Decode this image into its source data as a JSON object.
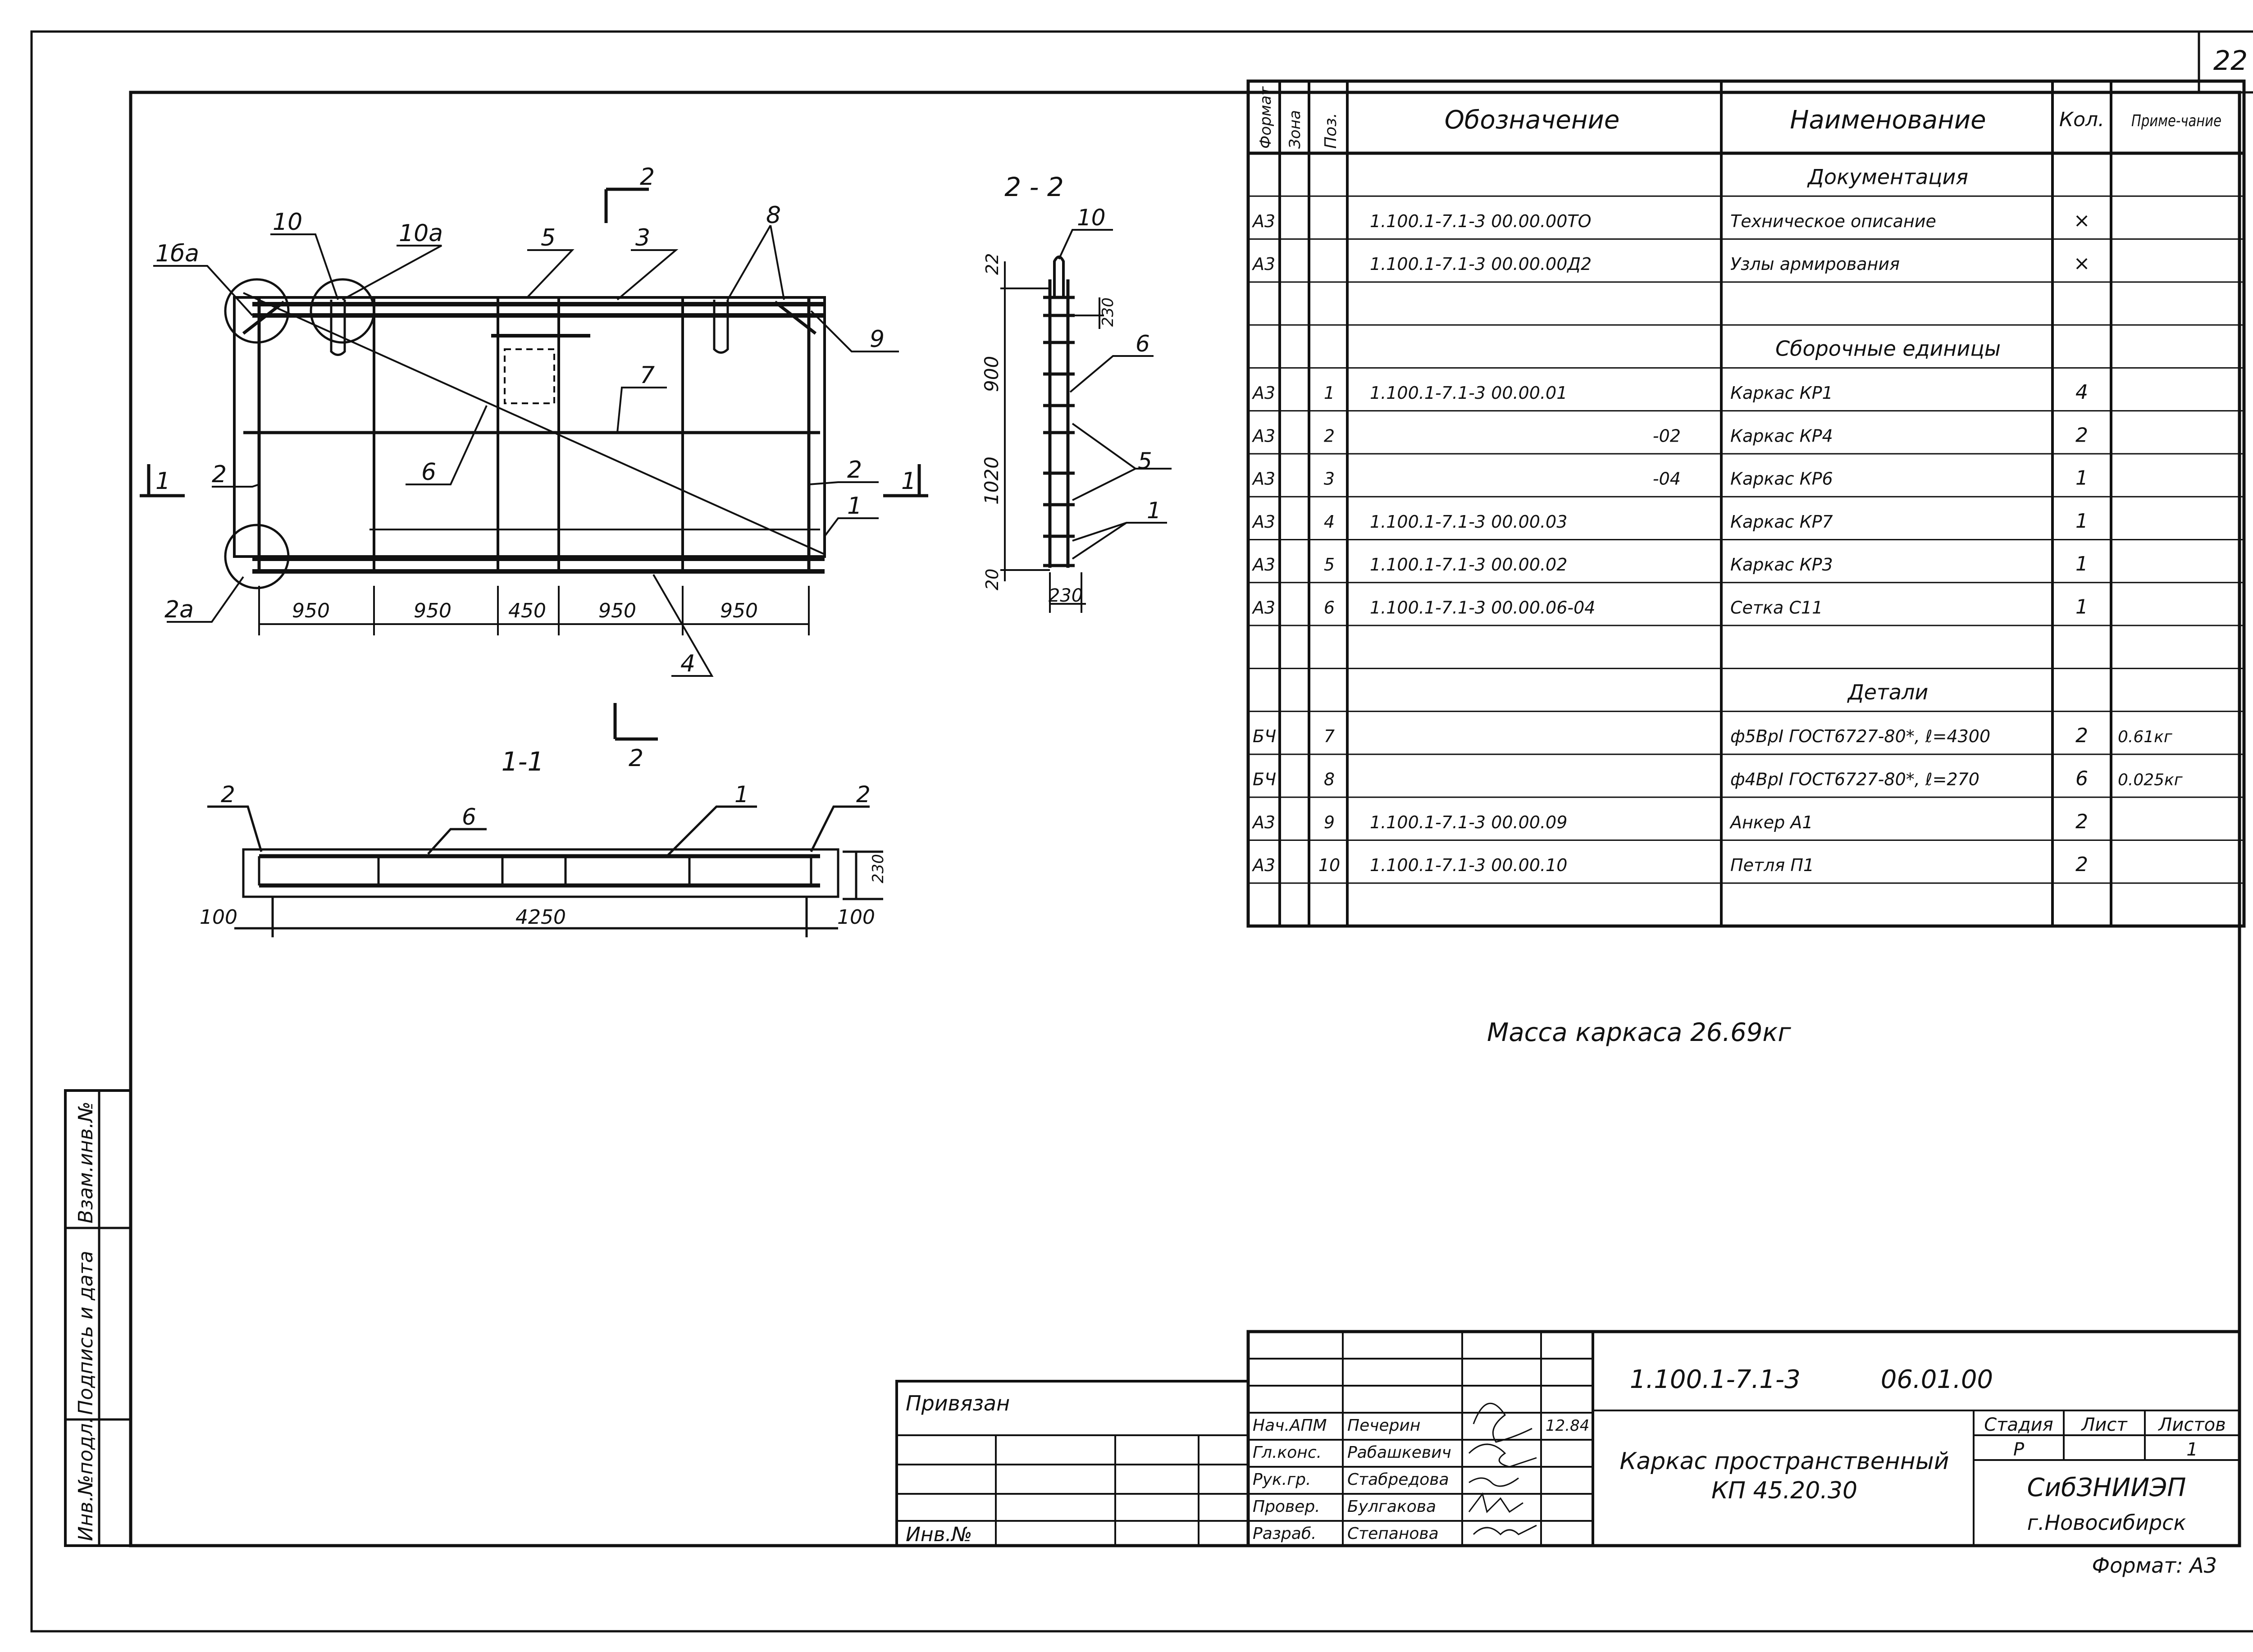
{
  "page_number": "22",
  "plan_view": {
    "callouts": [
      "1ба",
      "10",
      "10а",
      "5",
      "3",
      "8",
      "9",
      "7",
      "6",
      "2",
      "2",
      "1",
      "2а",
      "4"
    ],
    "dims": [
      "950",
      "950",
      "450",
      "950",
      "950"
    ],
    "section_marks": [
      "2",
      "2",
      "1",
      "1"
    ]
  },
  "section_22": {
    "title": "2 - 2",
    "callouts": [
      "10",
      "6",
      "5",
      "1"
    ],
    "dims": [
      "22",
      "230",
      "900",
      "1020",
      "20",
      "230"
    ]
  },
  "section_11": {
    "title": "1-1",
    "callouts": [
      "2",
      "6",
      "1",
      "2"
    ],
    "dims": [
      "100",
      "4250",
      "100",
      "230"
    ]
  },
  "spec_table": {
    "headers": {
      "format": "Формат",
      "zone": "Зона",
      "pos": "Поз.",
      "designation": "Обозначение",
      "name": "Наименование",
      "qty": "Кол.",
      "note": "Приме-чание"
    },
    "rows": [
      {
        "type": "section",
        "name": "Документация"
      },
      {
        "format": "А3",
        "pos": "",
        "designation": "1.100.1-7.1-3   00.00.00ТО",
        "name": "Техническое описание",
        "qty": "×",
        "note": ""
      },
      {
        "format": "А3",
        "pos": "",
        "designation": "1.100.1-7.1-3   00.00.00Д2",
        "name": "Узлы армирования",
        "qty": "×",
        "note": ""
      },
      {
        "type": "blank"
      },
      {
        "type": "section",
        "name": "Сборочные единицы"
      },
      {
        "format": "А3",
        "pos": "1",
        "designation": "1.100.1-7.1-3   00.00.01",
        "name": "Каркас КР1",
        "qty": "4",
        "note": ""
      },
      {
        "format": "А3",
        "pos": "2",
        "designation": "-02",
        "name": "Каркас КР4",
        "qty": "2",
        "note": ""
      },
      {
        "format": "А3",
        "pos": "3",
        "designation": "-04",
        "name": "Каркас КР6",
        "qty": "1",
        "note": ""
      },
      {
        "format": "А3",
        "pos": "4",
        "designation": "1.100.1-7.1-3   00.00.03",
        "name": "Каркас КР7",
        "qty": "1",
        "note": ""
      },
      {
        "format": "А3",
        "pos": "5",
        "designation": "1.100.1-7.1-3   00.00.02",
        "name": "Каркас КР3",
        "qty": "1",
        "note": ""
      },
      {
        "format": "А3",
        "pos": "6",
        "designation": "1.100.1-7.1-3   00.00.06-04",
        "name": "Сетка С11",
        "qty": "1",
        "note": ""
      },
      {
        "type": "blank"
      },
      {
        "type": "section",
        "name": "Детали"
      },
      {
        "format": "БЧ",
        "pos": "7",
        "designation": "",
        "name": "ф5ВрI ГОСТ6727-80*, ℓ=4300",
        "qty": "2",
        "note": "0.61кг"
      },
      {
        "format": "БЧ",
        "pos": "8",
        "designation": "",
        "name": "ф4ВрI ГОСТ6727-80*, ℓ=270",
        "qty": "6",
        "note": "0.025кг"
      },
      {
        "format": "А3",
        "pos": "9",
        "designation": "1.100.1-7.1-3   00.00.09",
        "name": "Анкер А1",
        "qty": "2",
        "note": ""
      },
      {
        "format": "А3",
        "pos": "10",
        "designation": "1.100.1-7.1-3   00.00.10",
        "name": "Петля П1",
        "qty": "2",
        "note": ""
      },
      {
        "type": "blank"
      }
    ]
  },
  "mass_note": "Масса каркаса   26.69кг",
  "side_stamp": {
    "inv_orig": "Инв.№подл.",
    "sign_date": "Подпись и дата",
    "instead_inv": "Взам.инв.№"
  },
  "privyazan": {
    "label": "Привязан",
    "inv_label": "Инв.№"
  },
  "title_block": {
    "doc_code": "1.100.1-7.1-3          06.01.00",
    "roles": [
      {
        "role": "Нач.АПМ",
        "person": "Печерин"
      },
      {
        "role": "Гл.конс.",
        "person": "Рабашкевич"
      },
      {
        "role": "Рук.гр.",
        "person": "Стабредова"
      },
      {
        "role": "Провер.",
        "person": "Булгакова"
      },
      {
        "role": "Разраб.",
        "person": "Степанова"
      }
    ],
    "date": "12.84",
    "object_title_1": "Каркас пространственный",
    "object_title_2": "КП 45.20.30",
    "stage_label": "Стадия",
    "sheet_label": "Лист",
    "sheets_label": "Листов",
    "stage": "Р",
    "sheets": "1",
    "org": "СибЗНИИЭП",
    "city": "г.Новосибирск",
    "format": "Формат: А3"
  }
}
